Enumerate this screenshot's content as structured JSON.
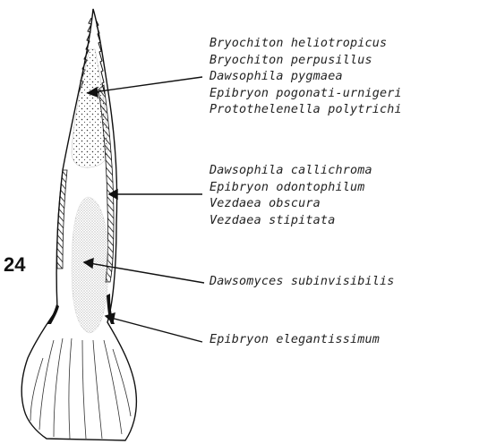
{
  "figure": {
    "number": "24"
  },
  "label_groups": [
    {
      "id": "group-1",
      "lines": [
        "Bryochiton heliotropicus",
        "Bryochiton perpusillus",
        "Dawsophila pygmaea",
        "Epibryon pogonati-urnigeri",
        "Protothelenella polytrichi"
      ]
    },
    {
      "id": "group-2",
      "lines": [
        "Dawsophila callichroma",
        "Epibryon odontophilum",
        "Vezdaea obscura",
        "Vezdaea stipitata"
      ]
    },
    {
      "id": "group-3",
      "lines": [
        "Dawsomyces subinvisibilis"
      ]
    },
    {
      "id": "group-4",
      "lines": [
        "Epibryon elegantissimum"
      ]
    }
  ]
}
